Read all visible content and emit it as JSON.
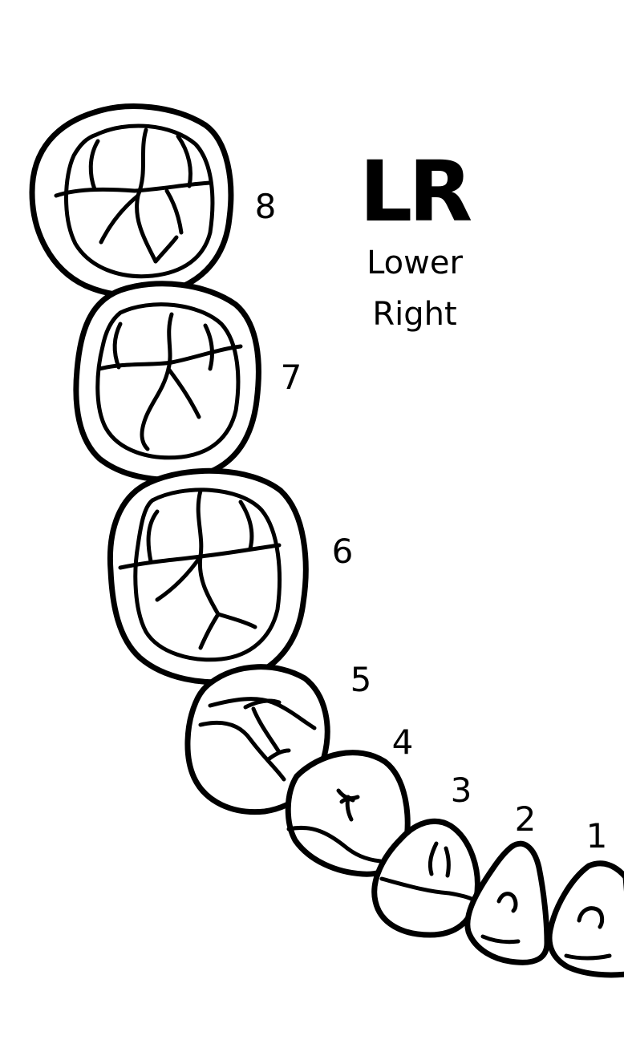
{
  "quadrant": {
    "code": "LR",
    "name_line1": "Lower",
    "name_line2": "Right"
  },
  "teeth": [
    {
      "number": "1",
      "type": "central-incisor"
    },
    {
      "number": "2",
      "type": "lateral-incisor"
    },
    {
      "number": "3",
      "type": "canine"
    },
    {
      "number": "4",
      "type": "first-premolar"
    },
    {
      "number": "5",
      "type": "second-premolar"
    },
    {
      "number": "6",
      "type": "first-molar"
    },
    {
      "number": "7",
      "type": "second-molar"
    },
    {
      "number": "8",
      "type": "third-molar"
    }
  ],
  "colors": {
    "line": "#000000",
    "background": "#ffffff"
  }
}
